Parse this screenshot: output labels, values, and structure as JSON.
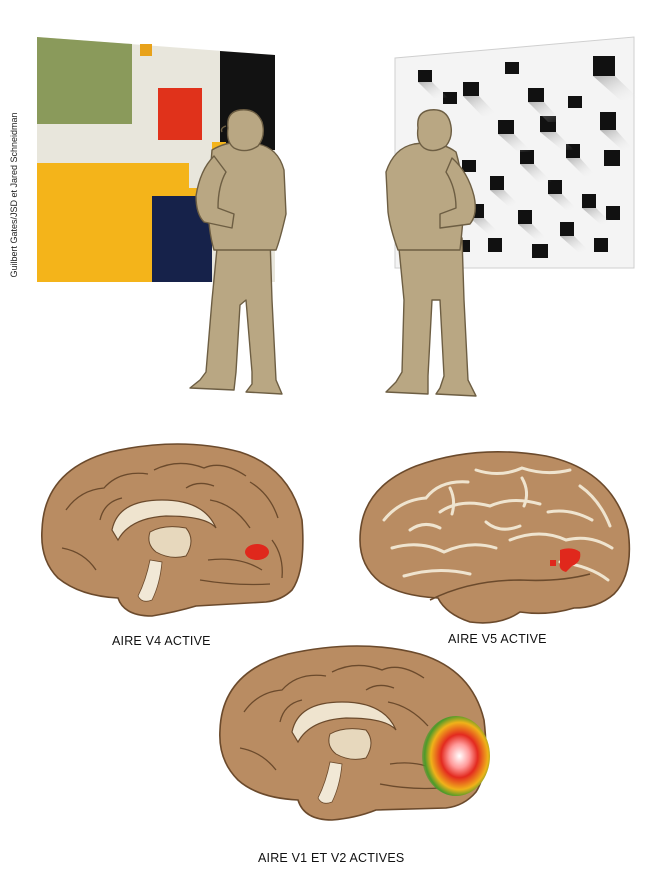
{
  "credit": "Guilbert Gates/JSD et Jared Schneidman",
  "captions": {
    "v4": "AIRE V4 ACTIVE",
    "v5": "AIRE V5 ACTIVE",
    "v1v2": "AIRE V1 ET V2 ACTIVES"
  },
  "colors": {
    "figure": "#b9a783",
    "brain": "#b98c62",
    "mondrian_green": "#8a9a5b",
    "mondrian_red": "#e0321b",
    "mondrian_yellow": "#f4b41a",
    "mondrian_black": "#121212",
    "mondrian_navy": "#16224a",
    "highlight_red": "#e0281c"
  }
}
